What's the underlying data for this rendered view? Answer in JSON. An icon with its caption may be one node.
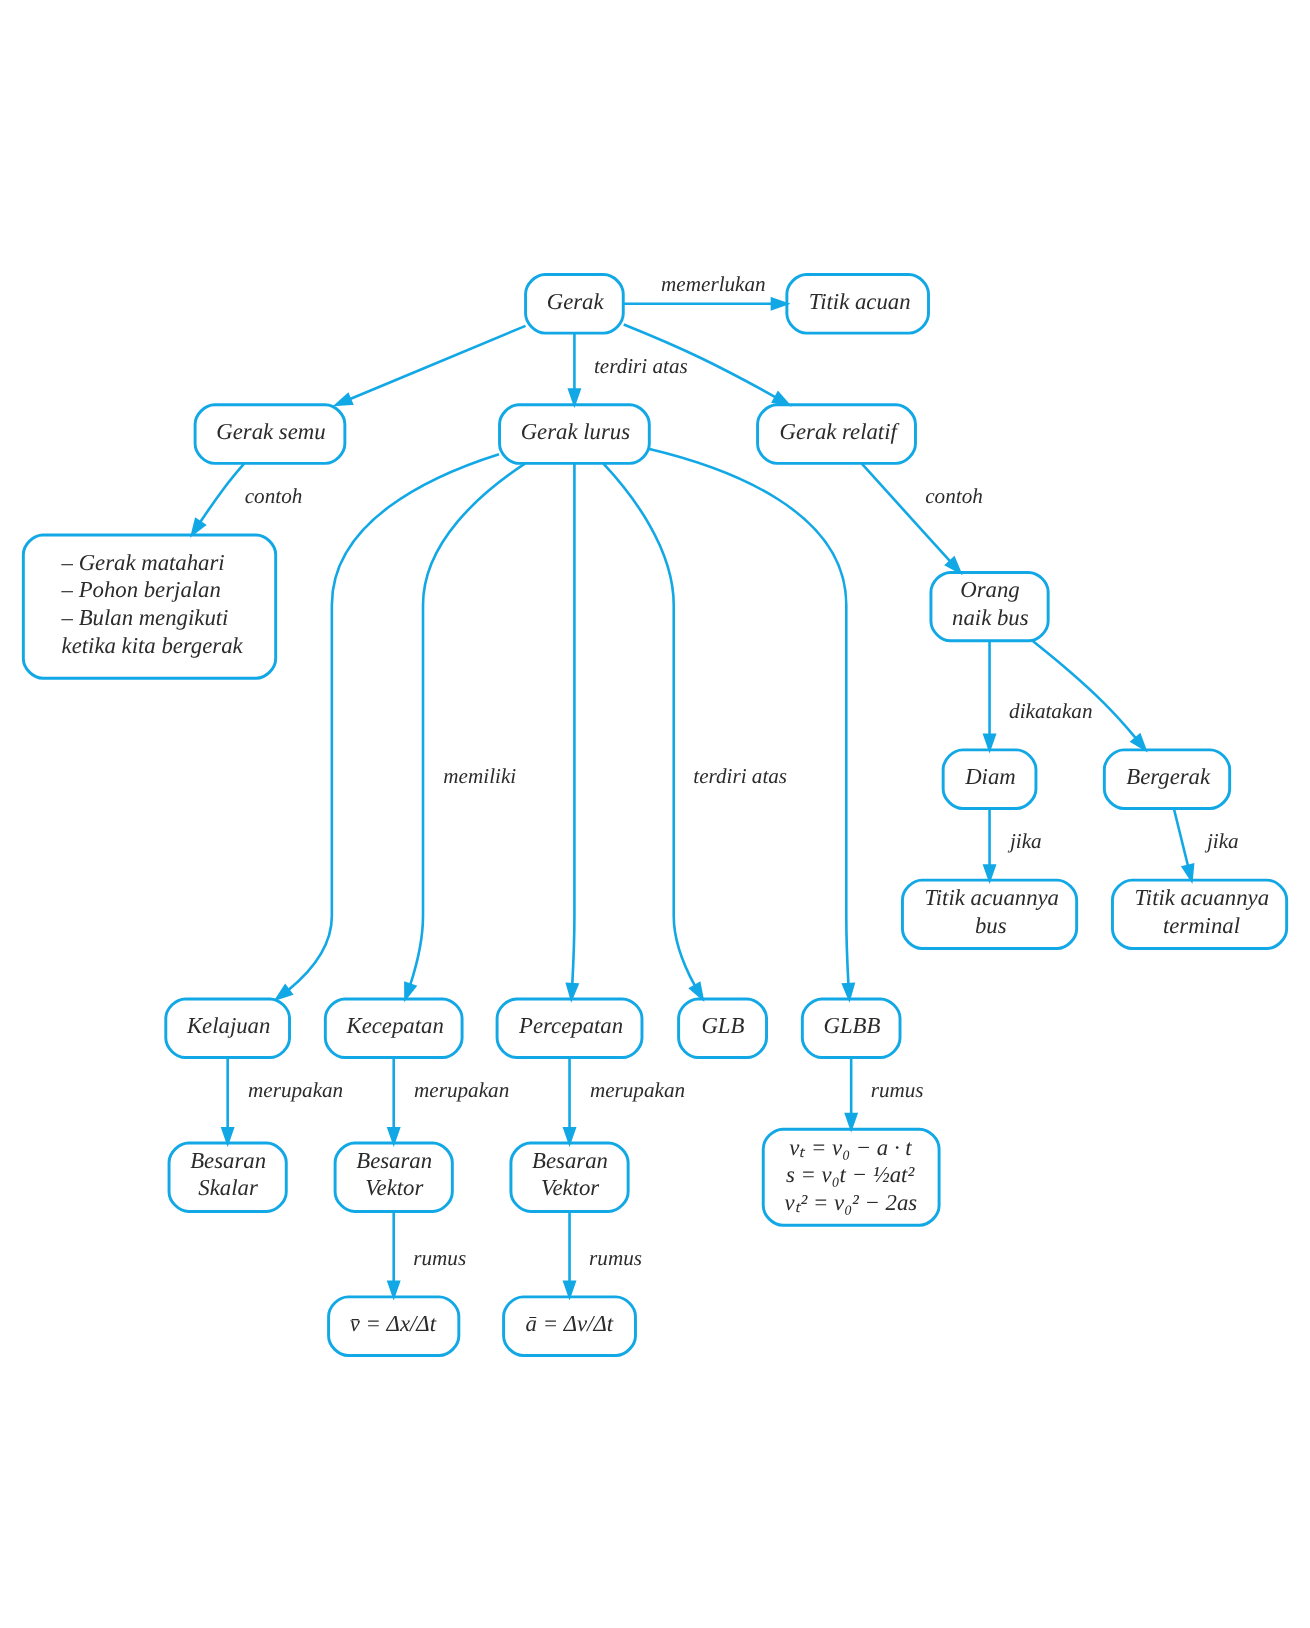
{
  "diagram": {
    "nodes": [
      {
        "text": [
          "Gerak"
        ]
      },
      {
        "text": [
          "Titik acuan"
        ]
      },
      {
        "text": [
          "Gerak semu"
        ]
      },
      {
        "text": [
          "Gerak lurus"
        ]
      },
      {
        "text": [
          "Gerak relatif"
        ]
      },
      {
        "text": [
          "– Gerak matahari",
          "– Pohon berjalan",
          "– Bulan mengikuti ketika kita bergerak"
        ]
      },
      {
        "text": [
          "Orang naik bus"
        ]
      },
      {
        "text": [
          "Diam"
        ]
      },
      {
        "text": [
          "Bergerak"
        ]
      },
      {
        "text": [
          "Titik acuannya bus"
        ]
      },
      {
        "text": [
          "Titik acuannya terminal"
        ]
      },
      {
        "text": [
          "Kelajuan"
        ]
      },
      {
        "text": [
          "Kecepatan"
        ]
      },
      {
        "text": [
          "Percepatan"
        ]
      },
      {
        "text": [
          "GLB"
        ]
      },
      {
        "text": [
          "GLBB"
        ]
      },
      {
        "text": [
          "Besaran Skalar"
        ]
      },
      {
        "text": [
          "Besaran Vektor"
        ]
      },
      {
        "text": [
          "Besaran Vektor"
        ]
      },
      {
        "text": [
          "v̄ = Δx/Δt"
        ]
      },
      {
        "text": [
          "ā = Δv/Δt"
        ]
      },
      {
        "text": [
          "vₜ = v₀ − a · t",
          "s = v₀t − ½at²",
          "vₜ² = v₀² − 2as"
        ]
      }
    ],
    "edges": [
      {
        "from": 0,
        "to": 1,
        "arrow": "to",
        "label": "memerlukan"
      },
      {
        "from": 0,
        "to": 2,
        "arrow": "to"
      },
      {
        "from": 0,
        "to": 3,
        "arrow": "to",
        "label": "terdiri atas"
      },
      {
        "from": 0,
        "to": 4,
        "arrow": "to"
      },
      {
        "from": 2,
        "to": 5,
        "arrow": "to",
        "label": "contoh"
      },
      {
        "from": 4,
        "to": 6,
        "arrow": "to",
        "label": "contoh"
      },
      {
        "from": 6,
        "to": 7,
        "arrow": "to",
        "label": "dikatakan"
      },
      {
        "from": 6,
        "to": 8,
        "arrow": "to"
      },
      {
        "from": 7,
        "to": 9,
        "arrow": "to",
        "label": "jika"
      },
      {
        "from": 8,
        "to": 10,
        "arrow": "to",
        "label": "jika"
      },
      {
        "from": 3,
        "to": 11,
        "arrow": "to"
      },
      {
        "from": 3,
        "to": 12,
        "arrow": "to",
        "label": "memiliki"
      },
      {
        "from": 3,
        "to": 13,
        "arrow": "to"
      },
      {
        "from": 3,
        "to": 14,
        "arrow": "to",
        "label": "terdiri atas"
      },
      {
        "from": 3,
        "to": 15,
        "arrow": "to"
      },
      {
        "from": 11,
        "to": 16,
        "arrow": "to",
        "label": "merupakan"
      },
      {
        "from": 12,
        "to": 17,
        "arrow": "to",
        "label": "merupakan"
      },
      {
        "from": 13,
        "to": 18,
        "arrow": "to",
        "label": "merupakan"
      },
      {
        "from": 17,
        "to": 19,
        "arrow": "to",
        "label": "rumus"
      },
      {
        "from": 18,
        "to": 20,
        "arrow": "to",
        "label": "rumus"
      },
      {
        "from": 15,
        "to": 21,
        "arrow": "to",
        "label": "rumus"
      }
    ]
  }
}
